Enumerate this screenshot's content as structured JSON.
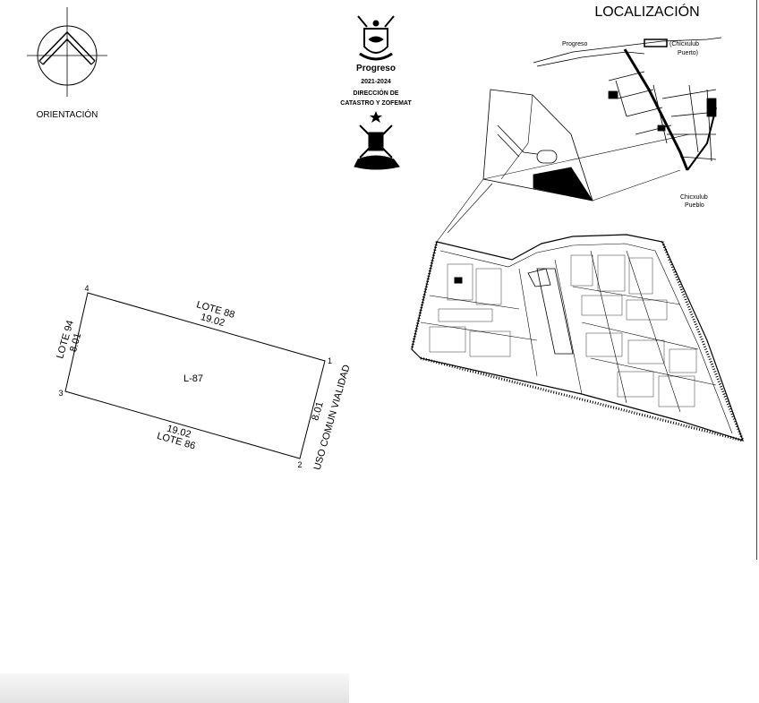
{
  "orientation": {
    "label": "ORIENTACIÓN",
    "icon": "north-arrow-icon"
  },
  "logo": {
    "municipality": "Progreso",
    "period": "2021-2024",
    "department_line1": "DIRECCIÓN DE",
    "department_line2": "CATASTRO Y ZOFEMAT",
    "icon": "coat-of-arms-icon"
  },
  "location": {
    "title": "LOCALIZACIÓN",
    "labels": {
      "progreso": "Progreso",
      "chicxulub_puerto_1": "(Chicxulub",
      "chicxulub_puerto_2": "Puerto)",
      "chicxulub_pueblo_1": "Chicxulub",
      "chicxulub_pueblo_2": "Pueblo"
    }
  },
  "lot": {
    "id": "L-87",
    "vertices": [
      "1",
      "2",
      "3",
      "4"
    ],
    "top_neighbor": "LOTE 88",
    "top_length": "19.02",
    "left_neighbor": "LOTE 94",
    "left_length": "8.01",
    "bottom_neighbor": "LOTE 86",
    "bottom_length": "19.02",
    "right_neighbor": "USO COMUN VIALIDAD",
    "right_length": "8.01"
  },
  "colors": {
    "ink": "#000000",
    "footer_bar": "#e8e8e8"
  }
}
